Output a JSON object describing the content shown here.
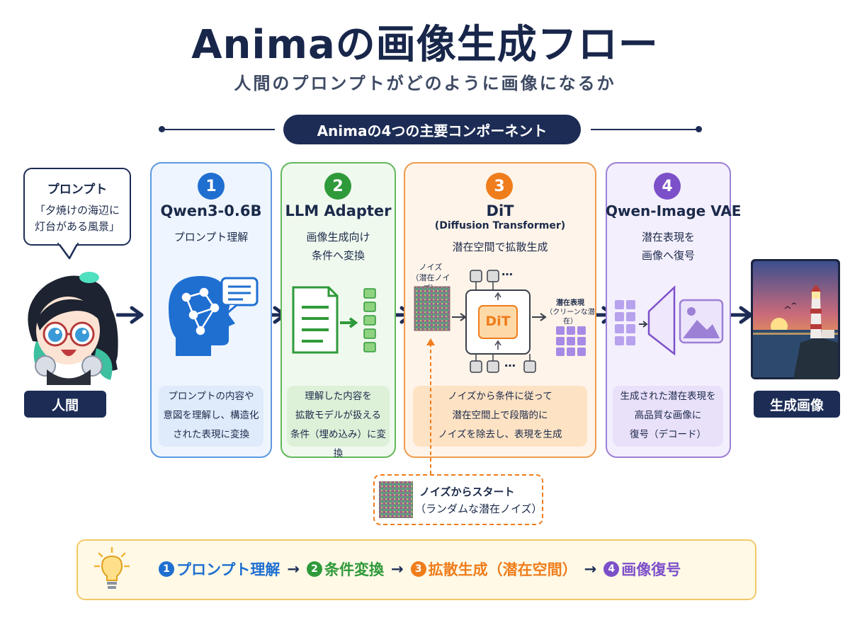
{
  "header": {
    "title": "Animaの画像生成フロー",
    "subtitle": "人間のプロンプトがどのように画像になるか",
    "section_label": "Animaの4つの主要コンポーネント"
  },
  "human": {
    "bubble_title": "プロンプト",
    "bubble_line1": "「夕焼けの海辺に",
    "bubble_line2": "灯台がある風景」",
    "label": "人間"
  },
  "steps": [
    {
      "number": "1",
      "title": "Qwen3-0.6B",
      "subtitle_lines": [
        "プロンプト理解"
      ],
      "description_lines": [
        "プロンプトの内容や",
        "意図を理解し、構造化",
        "された表現に変換"
      ],
      "color": "#1f6fd1"
    },
    {
      "number": "2",
      "title": "LLM Adapter",
      "subtitle_lines": [
        "画像生成向け",
        "条件へ変換"
      ],
      "description_lines": [
        "理解した内容を",
        "拡散モデルが扱える",
        "条件（埋め込み）に変換"
      ],
      "color": "#2f9a3a"
    },
    {
      "number": "3",
      "title": "DiT",
      "title_sub": "(Diffusion Transformer)",
      "subtitle_lines": [
        "潜在空間で拡散生成"
      ],
      "description_lines": [
        "ノイズから条件に従って",
        "潜在空間上で段階的に",
        "ノイズを除去し、表現を生成"
      ],
      "color": "#ef7d1c",
      "noise_label_line1": "ノイズ",
      "noise_label_line2": "（潜在ノイズ）",
      "block_label": "DiT",
      "ellipsis": "…",
      "latent_label_line1": "潜在表現",
      "latent_label_line2": "（クリーンな潜在）"
    },
    {
      "number": "4",
      "title": "Qwen-Image VAE",
      "subtitle_lines": [
        "潜在表現を",
        "画像へ復号"
      ],
      "description_lines": [
        "生成された潜在表現を",
        "高品質な画像に",
        "復号（デコード）"
      ],
      "color": "#7c50c9"
    }
  ],
  "output": {
    "label": "生成画像"
  },
  "noise_start": {
    "line1": "ノイズからスタート",
    "line2": "（ランダムな潜在ノイズ）"
  },
  "summary": {
    "items": [
      {
        "num": "1",
        "text": "プロンプト理解",
        "color": "#1f6fd1"
      },
      {
        "num": "2",
        "text": "条件変換",
        "color": "#2f9a3a"
      },
      {
        "num": "3",
        "text": "拡散生成（潜在空間）",
        "color": "#ef7d1c"
      },
      {
        "num": "4",
        "text": "画像復号",
        "color": "#7c50c9"
      }
    ],
    "arrow": "→"
  }
}
